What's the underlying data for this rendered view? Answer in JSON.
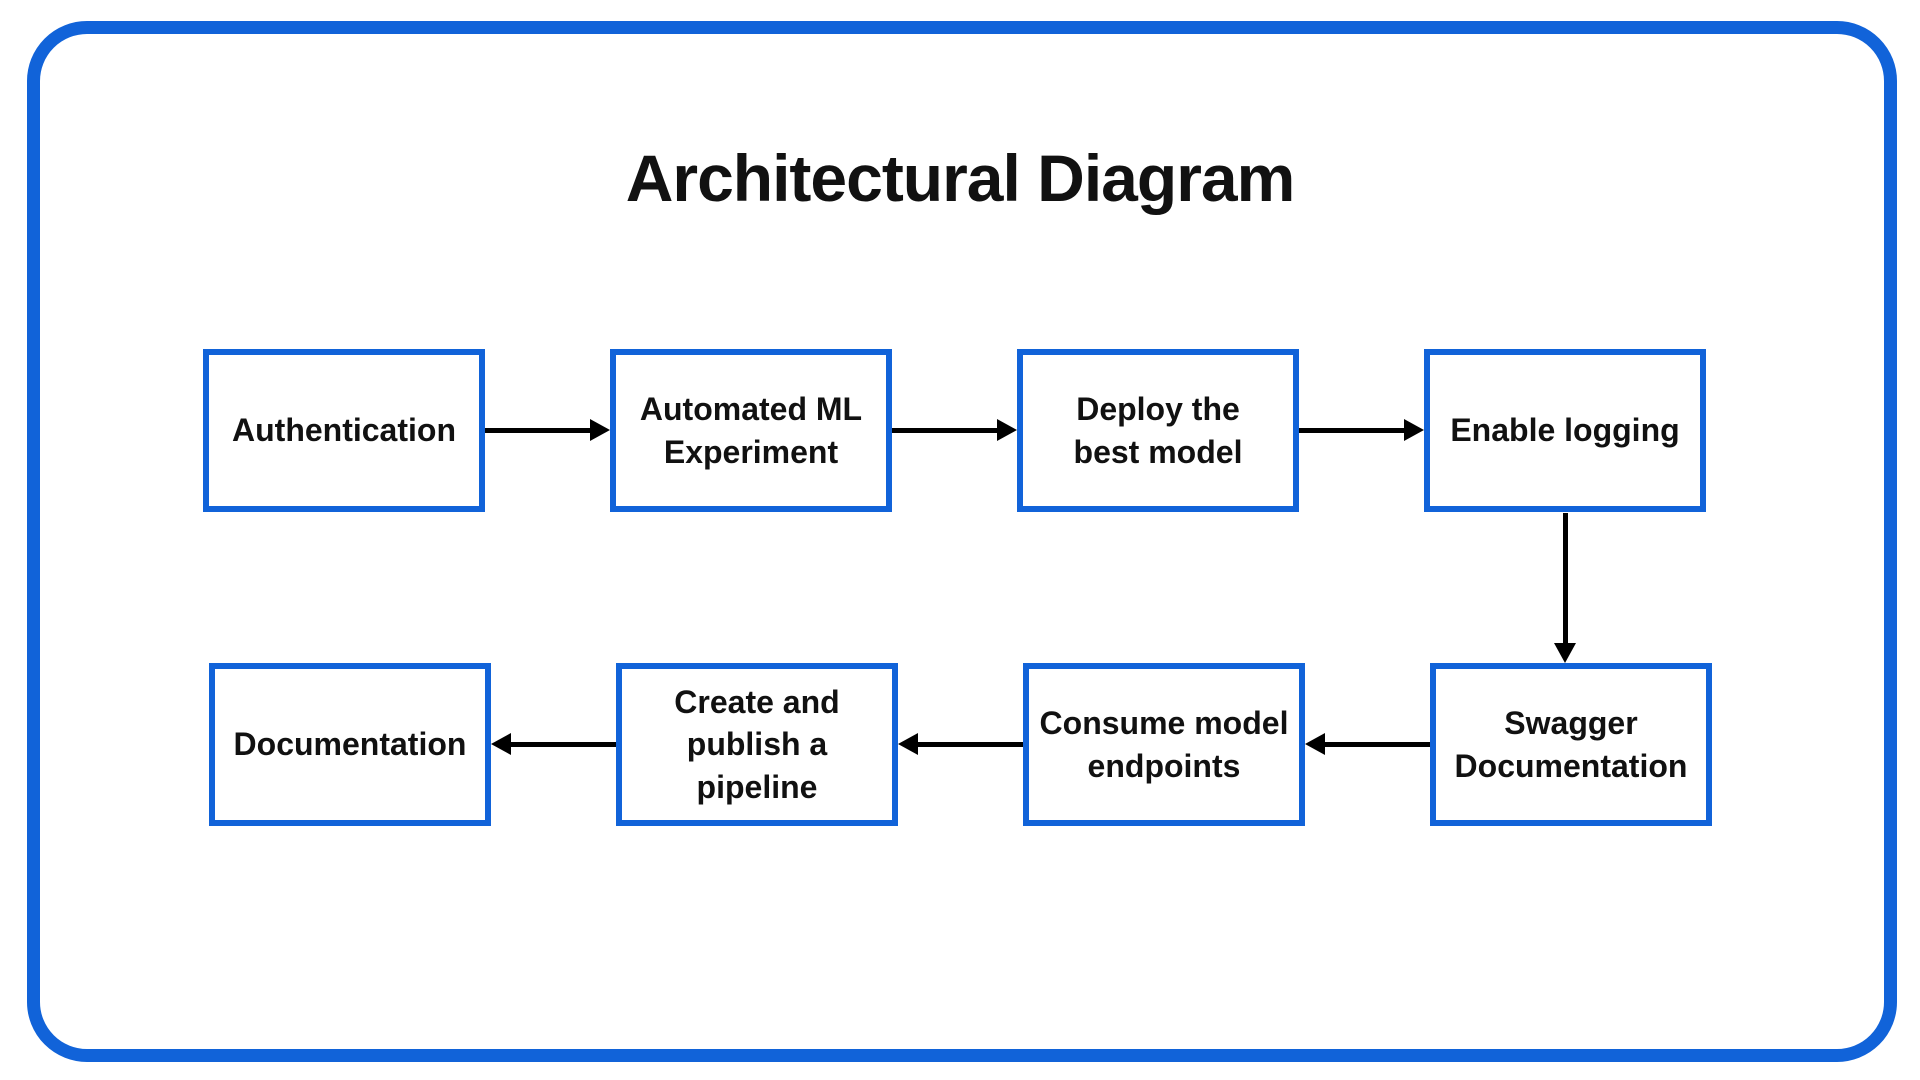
{
  "title": "Architectural Diagram",
  "colors": {
    "frame_blue": "#1163D9",
    "box_border_blue": "#1163D9",
    "arrow_black": "#000000",
    "text_black": "#111111",
    "background": "#FFFFFF"
  },
  "nodes": {
    "authentication": {
      "label": "Authentication"
    },
    "automated_ml": {
      "label": "Automated ML\nExperiment"
    },
    "deploy": {
      "label": "Deploy the\nbest model"
    },
    "enable_logging": {
      "label": "Enable logging"
    },
    "swagger": {
      "label": "Swagger\nDocumentation"
    },
    "consume": {
      "label": "Consume model\nendpoints"
    },
    "pipeline": {
      "label": "Create and\npublish a pipeline"
    },
    "documentation": {
      "label": "Documentation"
    }
  },
  "edges": [
    {
      "from": "Authentication",
      "to": "Automated ML Experiment",
      "direction": "right"
    },
    {
      "from": "Automated ML Experiment",
      "to": "Deploy the best model",
      "direction": "right"
    },
    {
      "from": "Deploy the best model",
      "to": "Enable logging",
      "direction": "right"
    },
    {
      "from": "Enable logging",
      "to": "Swagger Documentation",
      "direction": "down"
    },
    {
      "from": "Swagger Documentation",
      "to": "Consume model endpoints",
      "direction": "left"
    },
    {
      "from": "Consume model endpoints",
      "to": "Create and publish a pipeline",
      "direction": "left"
    },
    {
      "from": "Create and publish a pipeline",
      "to": "Documentation",
      "direction": "left"
    }
  ]
}
